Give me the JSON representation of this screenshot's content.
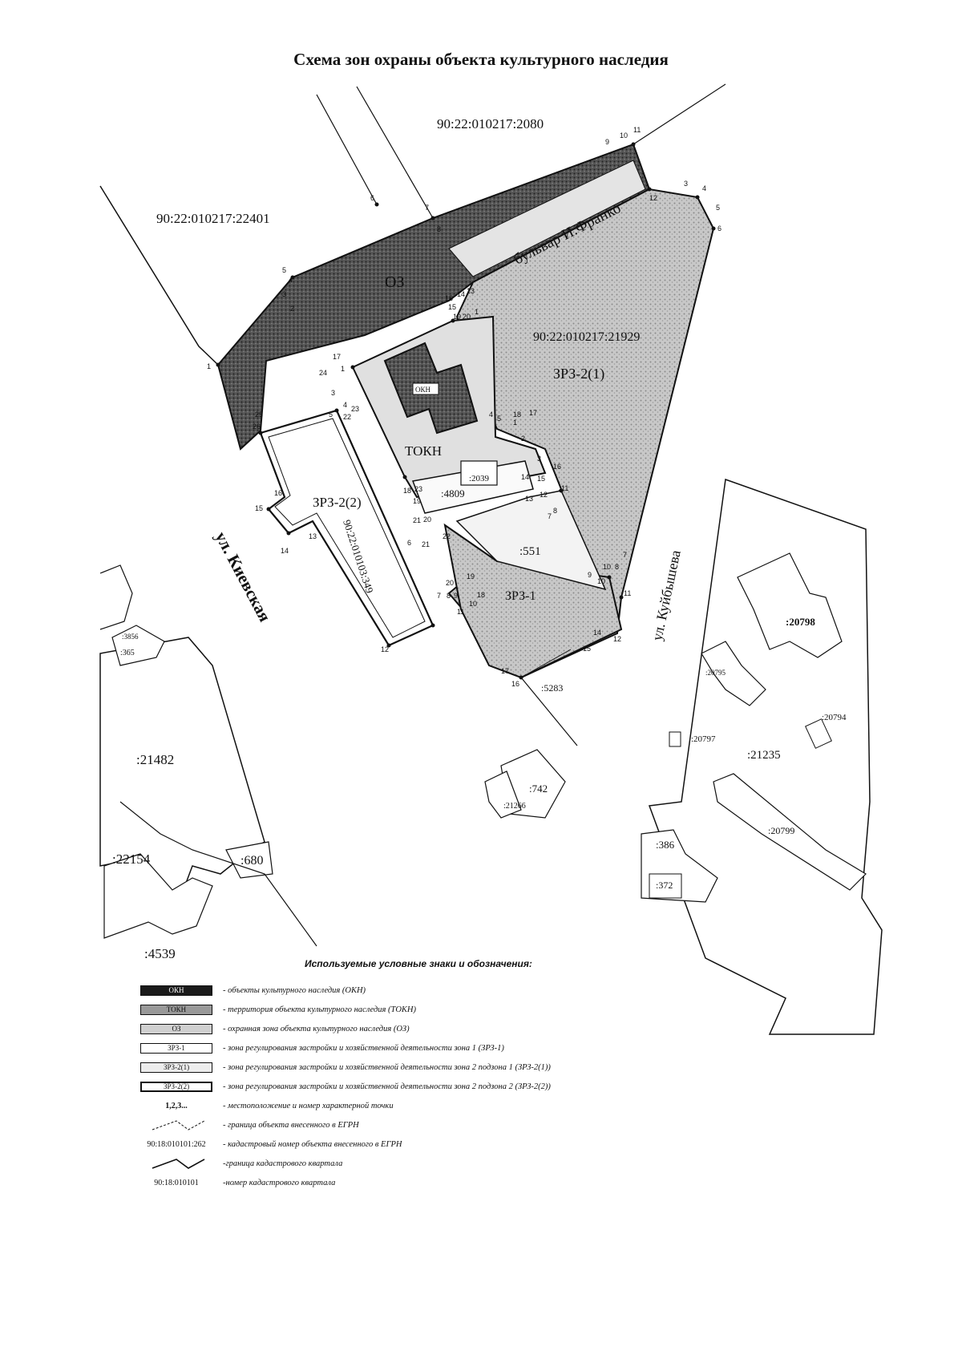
{
  "title": "Схема зон охраны объекта культурного наследия",
  "map": {
    "parcels": {
      "p2080": "90:22:010217:2080",
      "p22401": "90:22:010217:22401",
      "p21929": "90:22:010217:21929",
      "p349": "90:22:010103:349",
      "p4809": ":4809",
      "p2039": ":2039",
      "p551": ":551",
      "p5283": ":5283",
      "p742": ":742",
      "p21266": ":21266",
      "p20798": ":20798",
      "p20795": ":20795",
      "p20794": ":20794",
      "p20797": ":20797",
      "p21235": ":21235",
      "p20799": ":20799",
      "p386": ":386",
      "p372": ":372",
      "p21482": ":21482",
      "p22154": ":22154",
      "p680": ":680",
      "p4539": ":4539",
      "p3856": ":3856",
      "p365": ":365"
    },
    "zones": {
      "oz": "ОЗ",
      "zrz21": "ЗРЗ-2(1)",
      "zrz22": "ЗРЗ-2(2)",
      "zrz1": "ЗРЗ-1",
      "tokn": "ТОКН",
      "okn": "ОКН"
    },
    "streets": {
      "franko": "бульвар И.Франко",
      "kievskaya": "ул. Киевская",
      "kuybysheva": "ул. Куйбышева"
    }
  },
  "legend": {
    "title": "Используемые условные знаки и обозначения:",
    "items": [
      {
        "symbol": "ОКН",
        "text": "- объекты культурного наследия (ОКН)"
      },
      {
        "symbol": "ТОКН",
        "text": "- территория объекта культурного наследия (ТОКН)"
      },
      {
        "symbol": "ОЗ",
        "text": "- охранная зона объекта культурного наследия (ОЗ)"
      },
      {
        "symbol": "ЗРЗ-1",
        "text": "- зона регулирования застройки и хозяйственной деятельности зона 1 (ЗРЗ-1)"
      },
      {
        "symbol": "ЗРЗ-2(1)",
        "text": "- зона регулирования застройки и хозяйственной деятельности зона 2 подзона 1 (ЗРЗ-2(1))"
      },
      {
        "symbol": "ЗРЗ-2(2)",
        "text": "- зона регулирования застройки и хозяйственной деятельности зона 2 подзона 2 (ЗРЗ-2(2))"
      },
      {
        "symbol": "1,2,3...",
        "text": "- местоположение и номер характерной точки"
      },
      {
        "symbol": "",
        "text": "- граница объекта внесенного в ЕГРН"
      },
      {
        "symbol": "90:18:010101:262",
        "text": "- кадастровый номер объекта внесенного в ЕГРН"
      },
      {
        "symbol": "",
        "text": "-граница кадастрового квартала"
      },
      {
        "symbol": "90:18:010101",
        "text": "-номер кадастрового квартала"
      }
    ]
  }
}
